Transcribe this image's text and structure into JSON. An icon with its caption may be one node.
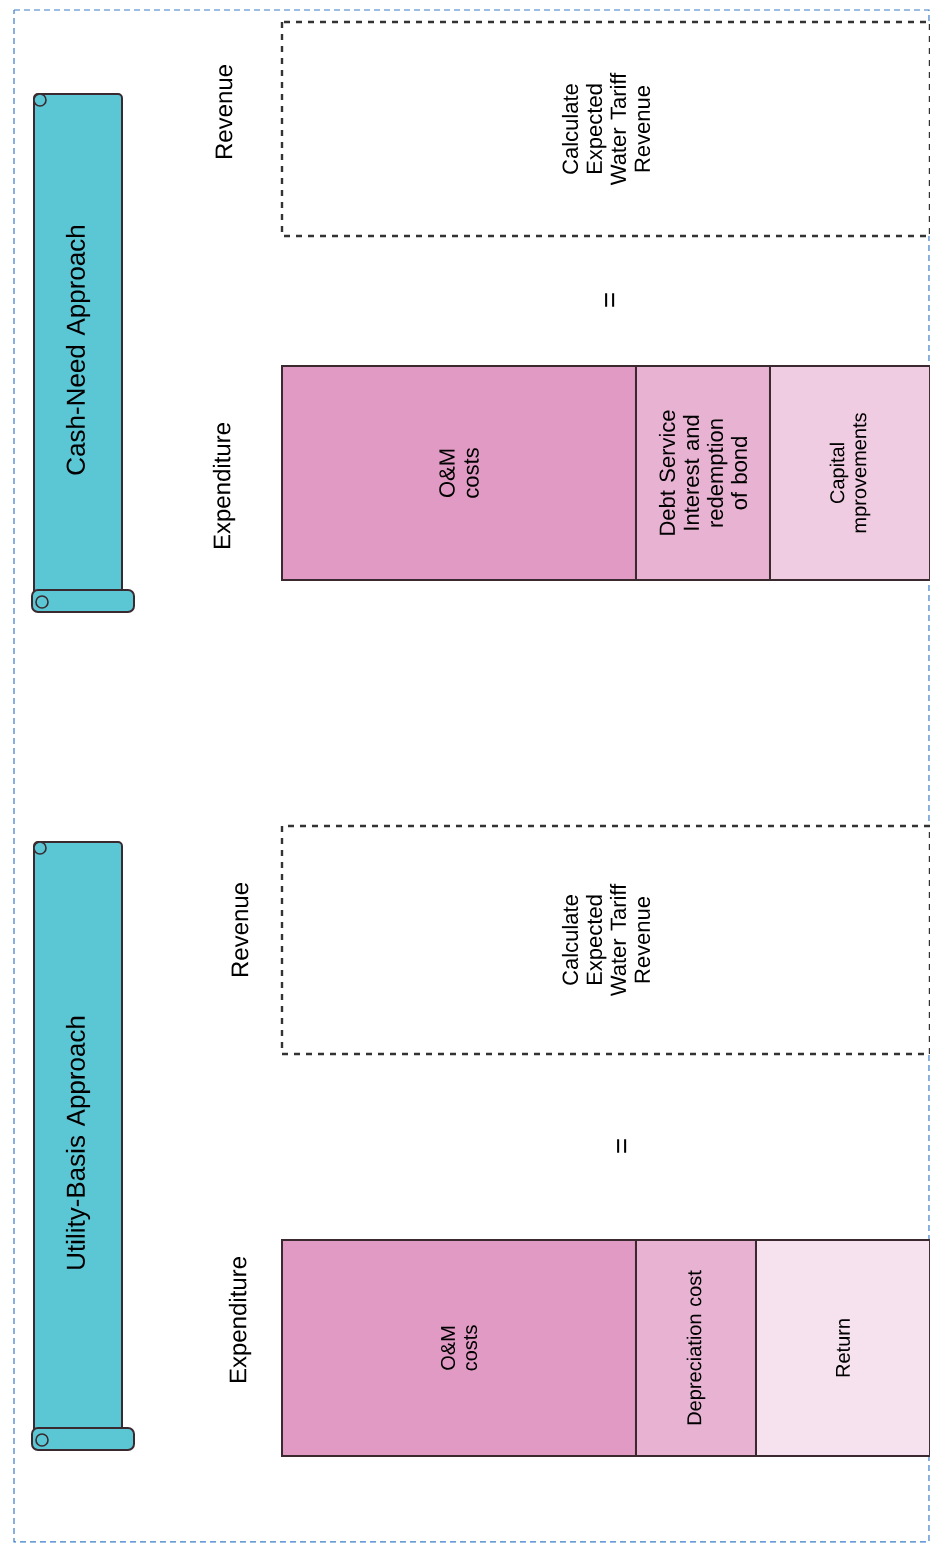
{
  "diagram": {
    "nodes": [
      {
        "text": [
          "Cash-Need Approach"
        ]
      },
      {
        "text": [
          "Calculate Expected Water Tariff Revenue"
        ]
      },
      {
        "text": [
          "O&M costs"
        ]
      },
      {
        "text": [
          "Debt Service Interest and redemption of bond"
        ]
      },
      {
        "text": [
          "Capital mprovements"
        ]
      },
      {
        "text": [
          "Utility-Basis Approach"
        ]
      },
      {
        "text": [
          "Calculate Expected Water Tariff Revenue"
        ]
      },
      {
        "text": [
          "O&M costs"
        ]
      },
      {
        "text": [
          "Depreciation cost"
        ]
      },
      {
        "text": [
          "Return"
        ]
      }
    ],
    "labels": [
      "Revenue",
      "Expenditure",
      "=",
      "Revenue",
      "Expenditure",
      "="
    ]
  }
}
